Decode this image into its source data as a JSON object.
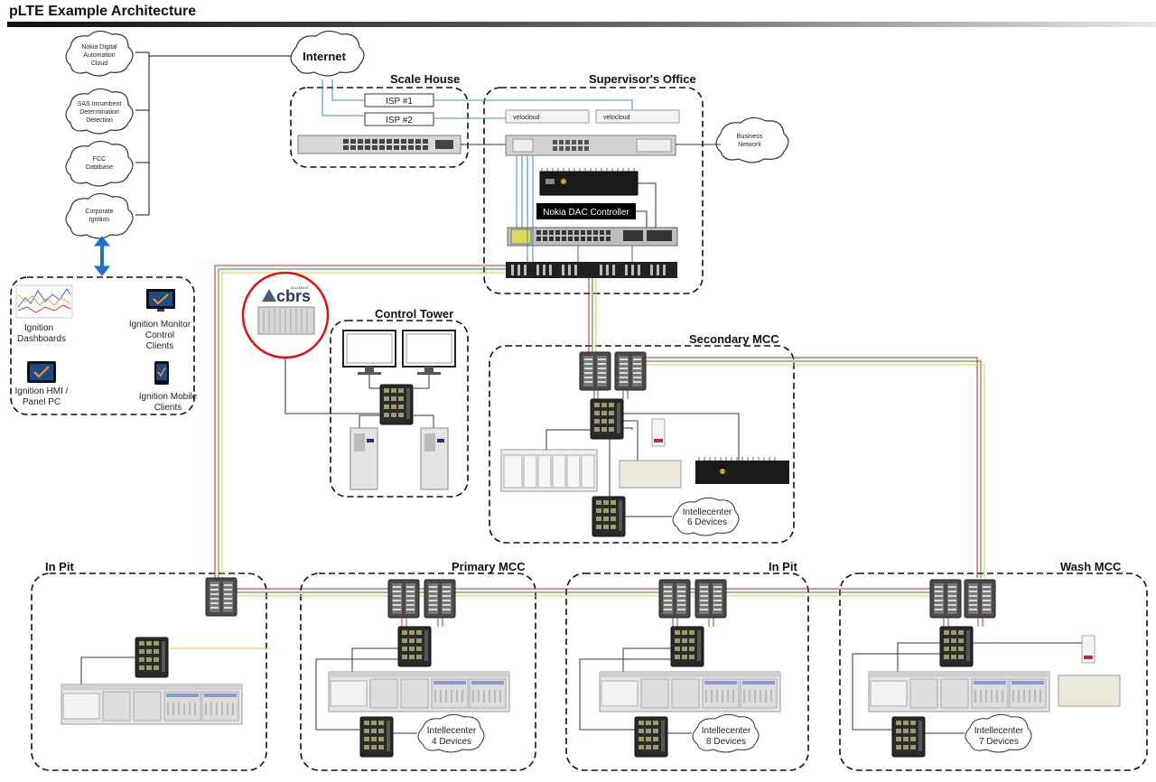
{
  "title": "pLTE Example Architecture",
  "zones": {
    "scale_house": "Scale House",
    "supervisors_office": "Supervisor's Office",
    "control_tower": "Control Tower",
    "secondary_mcc": "Secondary MCC",
    "in_pit_left": "In Pit",
    "primary_mcc": "Primary MCC",
    "in_pit_right": "In Pit",
    "wash_mcc": "Wash MCC"
  },
  "clouds": {
    "internet": "Internet",
    "nokia_line1": "Nokia Digital",
    "nokia_line2": "Automation",
    "nokia_line3": "Cloud",
    "sas_line1": "SAS Incumbent",
    "sas_line2": "Determination",
    "sas_line3": "Detection",
    "fcc_line1": "FCC",
    "fcc_line2": "Database",
    "corp_line1": "Corporate",
    "corp_line2": "Igntiion",
    "business_line1": "Business",
    "business_line2": "Network",
    "intellecenter_secondary_line1": "Intellecenter",
    "intellecenter_secondary_line2": "6 Devices",
    "intellecenter_primary_line1": "Intellecenter",
    "intellecenter_primary_line2": "4 Devices",
    "intellecenter_inpit_line1": "Intellecenter",
    "intellecenter_inpit_line2": "8 Devices",
    "intellecenter_wash_line1": "Intellecenter",
    "intellecenter_wash_line2": "7 Devices"
  },
  "isp": {
    "isp1": "ISP #1",
    "isp2": "ISP #2"
  },
  "nokia_dac": "Nokia DAC Controller",
  "velocloud": "velocloud",
  "cbrs": {
    "top": "ALLIANCE",
    "logo": "cbrs"
  },
  "clients": {
    "dash_line1": "Ignition",
    "dash_line2": "Dashboards",
    "monitor_line1": "Ignition Monitor",
    "monitor_line2": "Control",
    "monitor_line3": "Clients",
    "hmi_line1": "Ignition HMI /",
    "hmi_line2": "Panel PC",
    "mobile_line1": "Ignition Mobile",
    "mobile_line2": "Clients"
  },
  "colors": {
    "link_red": "#cc2222",
    "link_green": "#2a8a2a",
    "link_yellow": "#e8c84a",
    "link_blue": "#3a8fb7",
    "arrow_blue": "#1a6fd0",
    "cbrs_circle": "#e01010"
  }
}
